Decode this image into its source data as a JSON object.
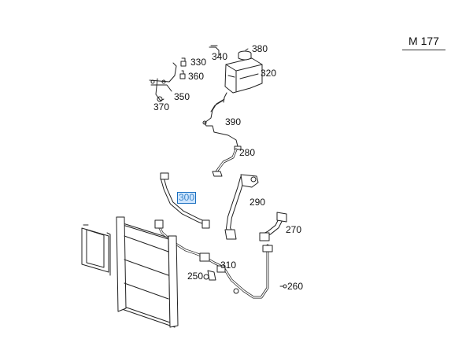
{
  "model_code": "M 177",
  "selected_part": "300",
  "parts": [
    {
      "id": "p330",
      "label": "330"
    },
    {
      "id": "p340",
      "label": "340"
    },
    {
      "id": "p380",
      "label": "380"
    },
    {
      "id": "p320",
      "label": "320"
    },
    {
      "id": "p360",
      "label": "360"
    },
    {
      "id": "p350",
      "label": "350"
    },
    {
      "id": "p370",
      "label": "370"
    },
    {
      "id": "p390",
      "label": "390"
    },
    {
      "id": "p280",
      "label": "280"
    },
    {
      "id": "p300",
      "label": "300"
    },
    {
      "id": "p290",
      "label": "290"
    },
    {
      "id": "p270",
      "label": "270"
    },
    {
      "id": "p310",
      "label": "310"
    },
    {
      "id": "p250",
      "label": "250"
    },
    {
      "id": "p260",
      "label": "260"
    }
  ]
}
